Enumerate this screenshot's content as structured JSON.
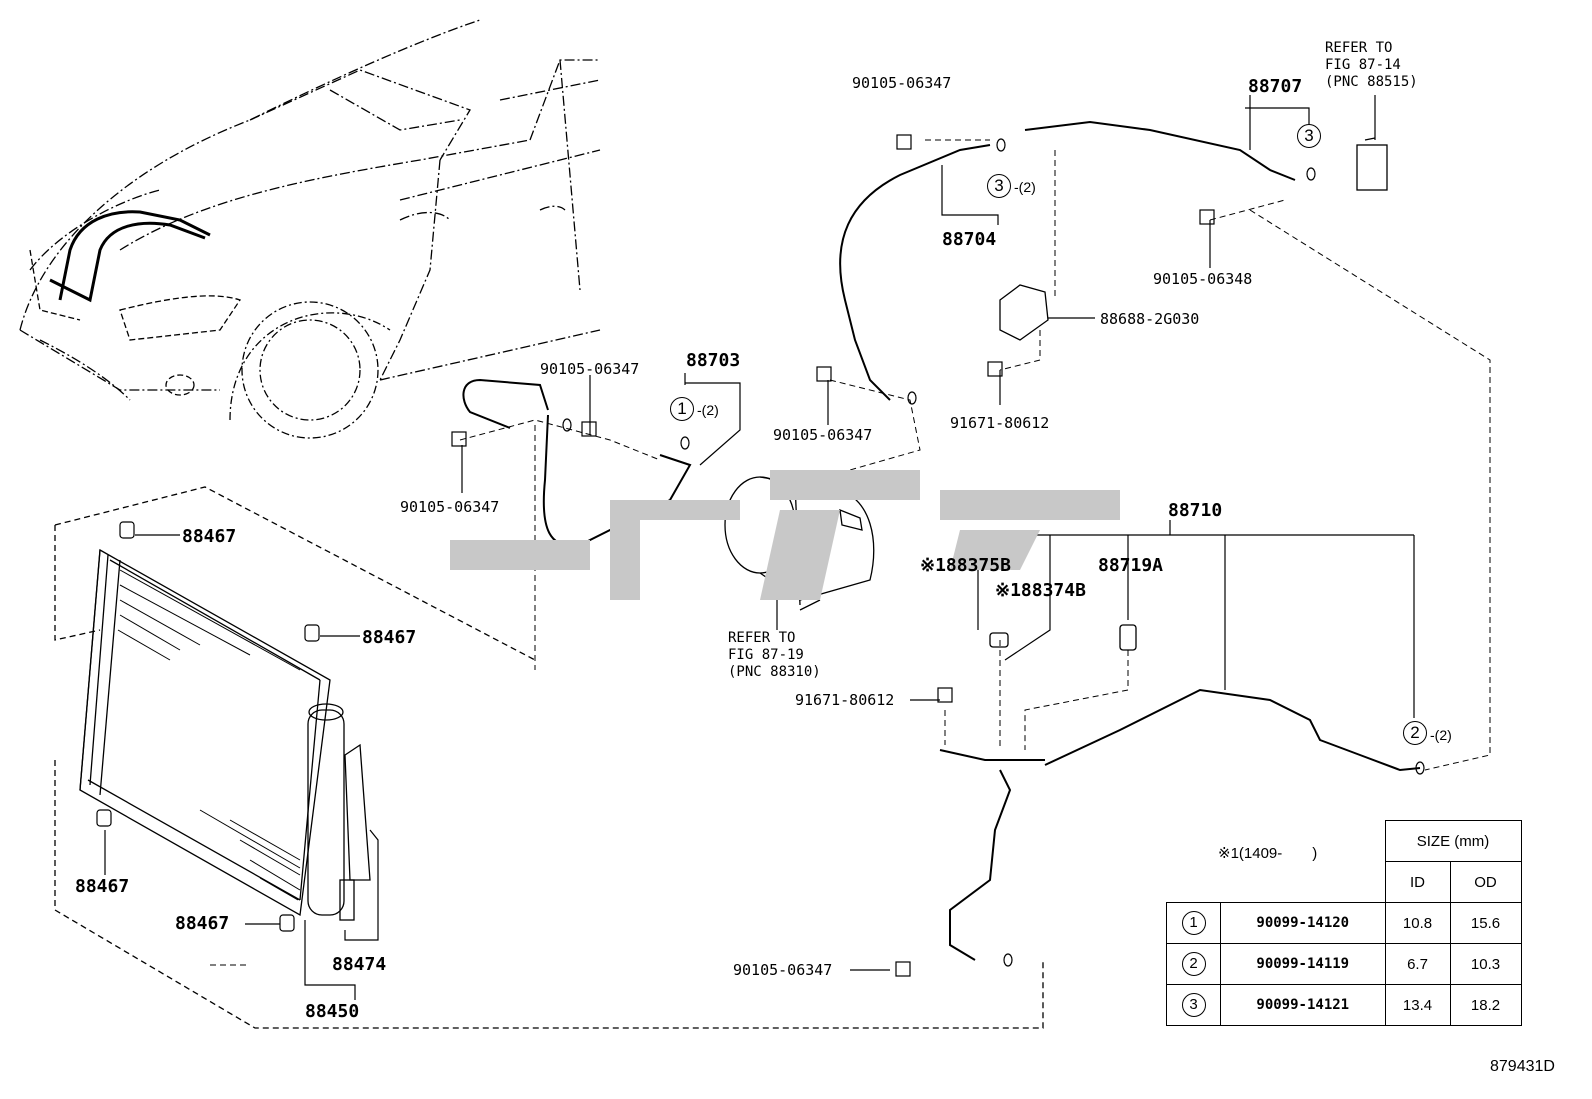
{
  "labels": {
    "p90105_06347_a": "90105-06347",
    "p90105_06347_b": "90105-06347",
    "p90105_06347_c": "90105-06347",
    "p90105_06347_d": "90105-06347",
    "p90105_06347_e": "90105-06347",
    "p90105_06348": "90105-06348",
    "p88688": "88688-2G030",
    "p91671_a": "91671-80612",
    "p91671_b": "91671-80612",
    "p88703": "88703",
    "p88704": "88704",
    "p88707": "88707",
    "p88710": "88710",
    "p88375b": "※188375B",
    "p88374b": "※188374B",
    "p88719a": "88719A",
    "p88467_a": "88467",
    "p88467_b": "88467",
    "p88467_c": "88467",
    "p88467_d": "88467",
    "p88474": "88474",
    "p88450": "88450"
  },
  "notes": {
    "refer_87_14": "REFER TO\nFIG 87-14\n(PNC 88515)",
    "refer_87_19": "REFER TO\nFIG 87-19\n(PNC 88310)"
  },
  "callouts": {
    "c1": "1",
    "c1_qty": "-(2)",
    "c2": "2",
    "c2_qty": "-(2)",
    "c3a": "3",
    "c3a_qty": "-(2)",
    "c3b": "3"
  },
  "size_table": {
    "footnote": "※1(1409-　　)",
    "header": "SIZE (mm)",
    "col_id": "ID",
    "col_od": "OD",
    "rows": [
      {
        "ref": "1",
        "part": "90099-14120",
        "id": "10.8",
        "od": "15.6"
      },
      {
        "ref": "2",
        "part": "90099-14119",
        "id": "6.7",
        "od": "10.3"
      },
      {
        "ref": "3",
        "part": "90099-14121",
        "id": "13.4",
        "od": "18.2"
      }
    ]
  },
  "doc_id": "879431D"
}
